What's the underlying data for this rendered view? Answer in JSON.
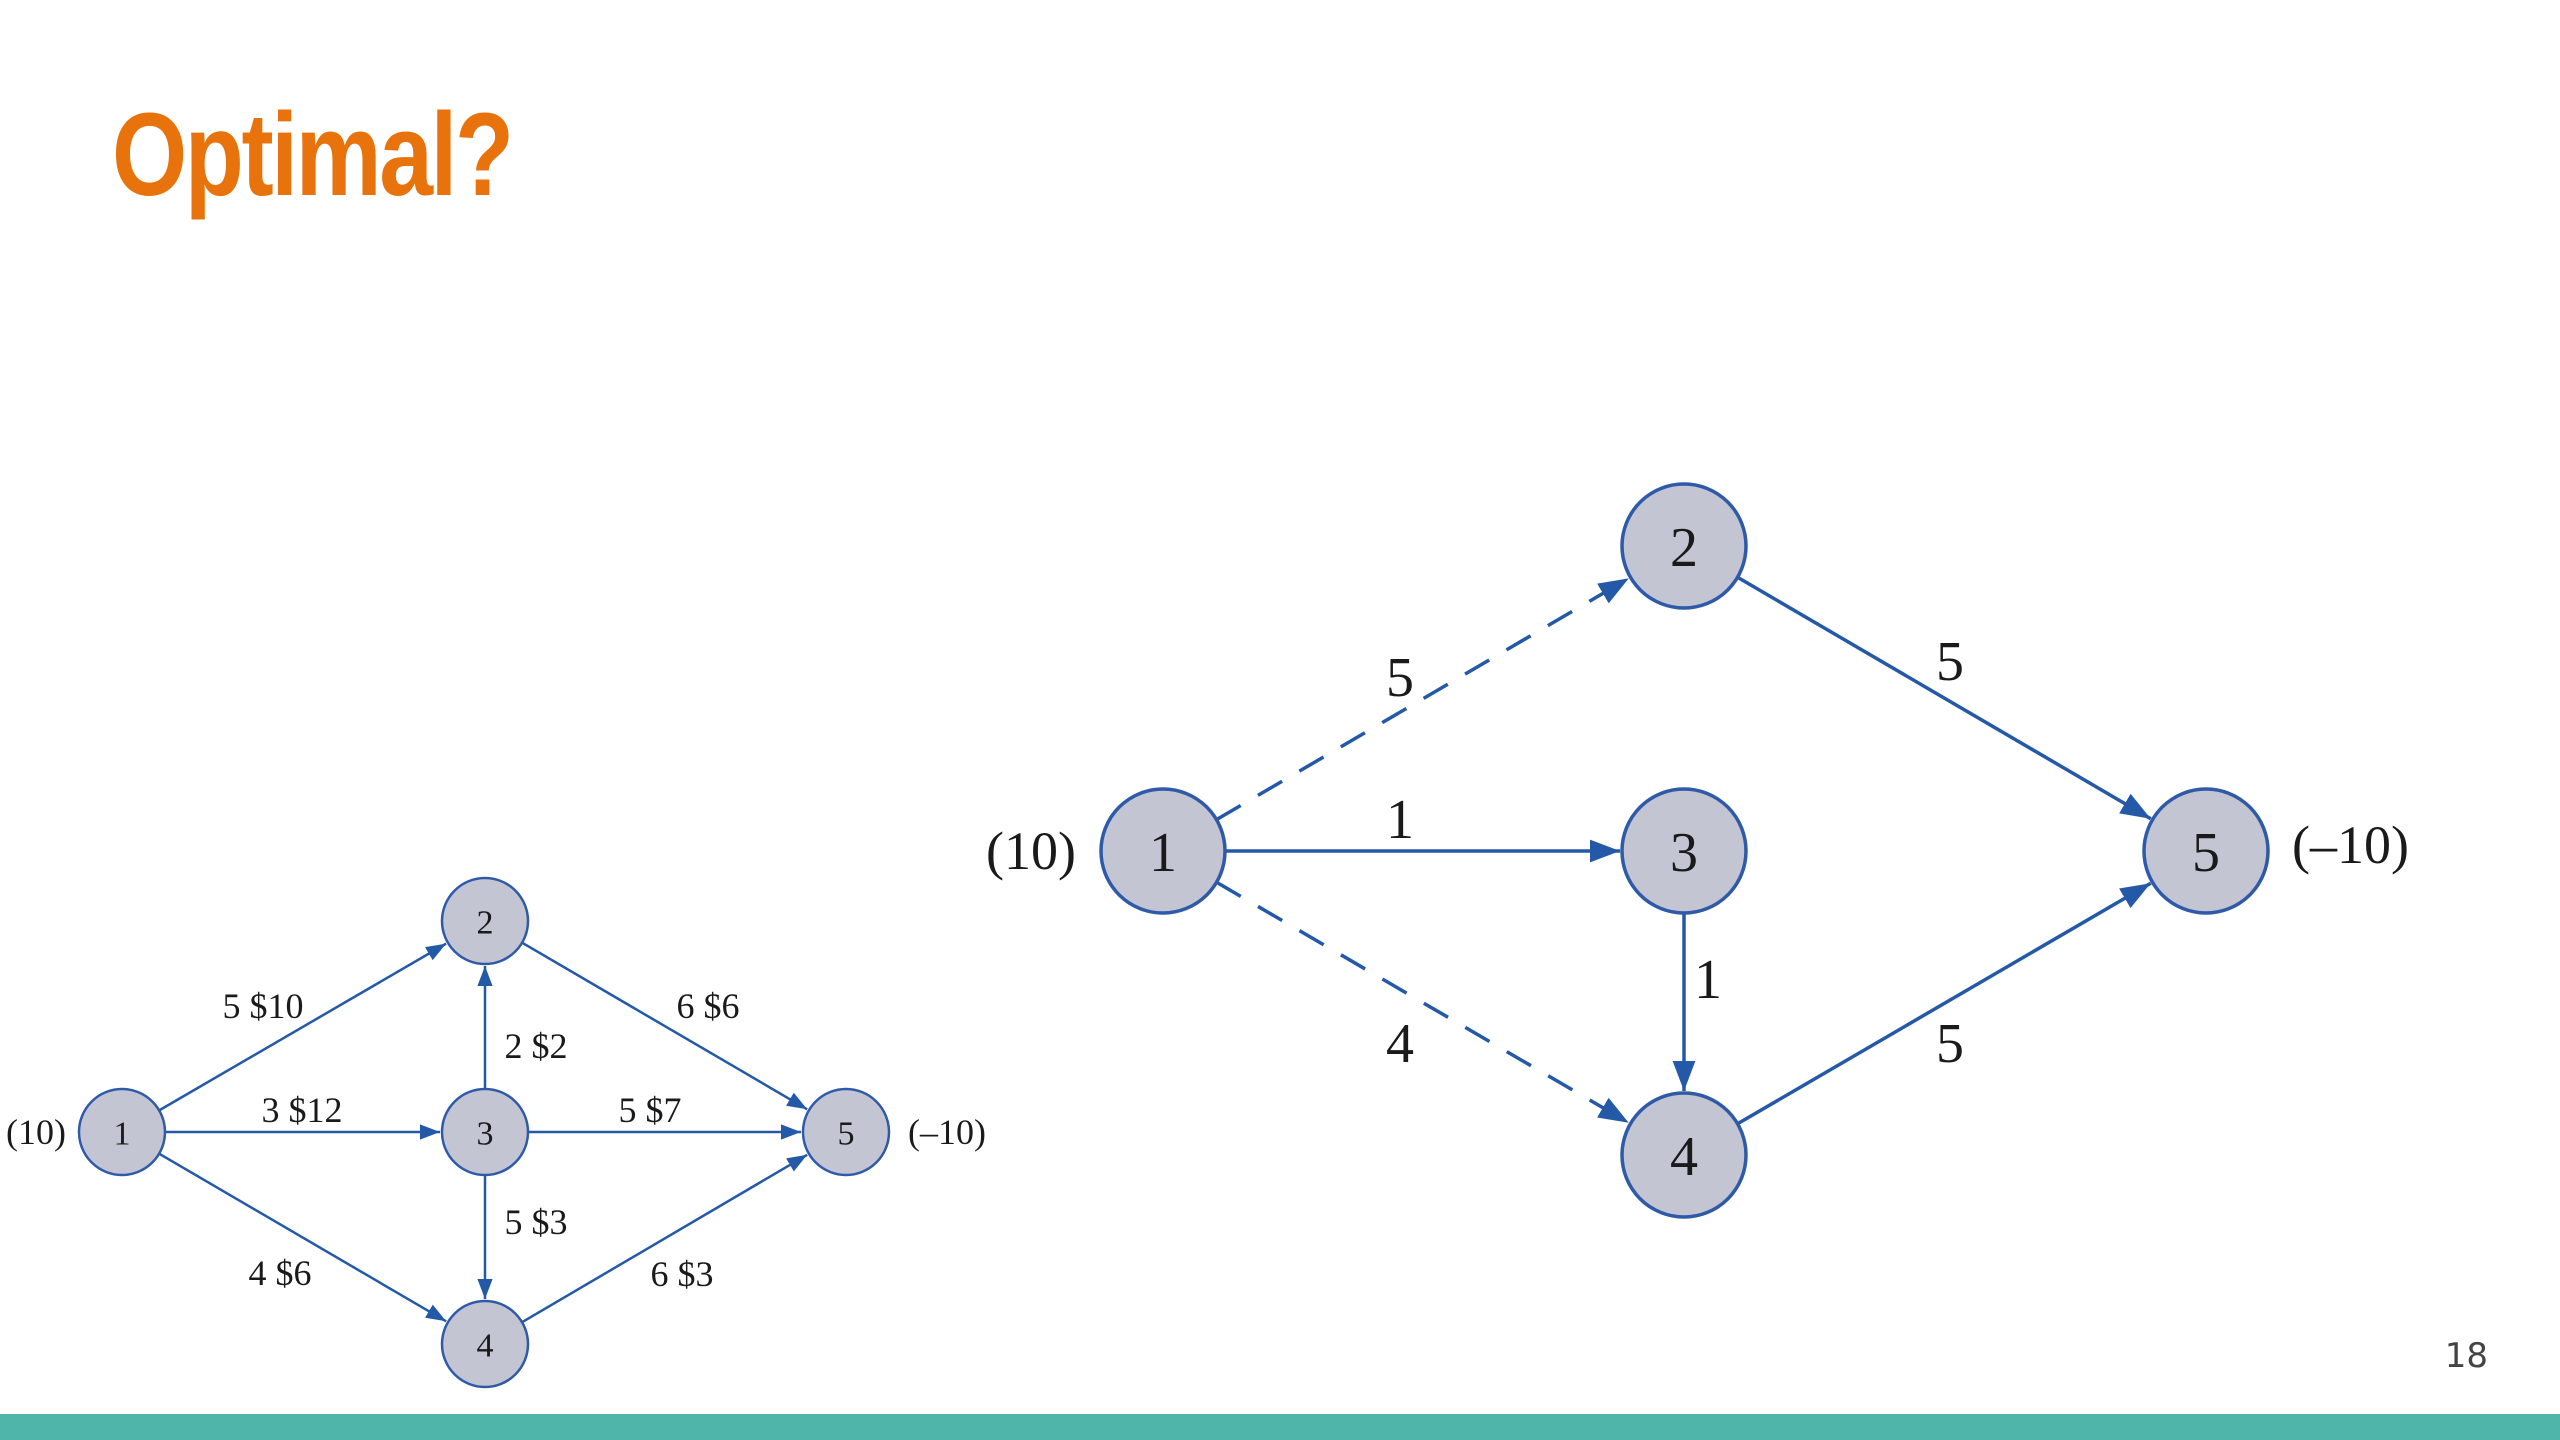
{
  "slide": {
    "title": "Optimal?",
    "page_number": "18",
    "colors": {
      "title": "#e8730c",
      "footer_bar": "#4fb5ab",
      "edge": "#2459a8",
      "node_fill": "#c3c5d3"
    }
  },
  "network": {
    "nodes": [
      {
        "id": "1",
        "label": "1",
        "supply": "(10)"
      },
      {
        "id": "2",
        "label": "2"
      },
      {
        "id": "3",
        "label": "3"
      },
      {
        "id": "4",
        "label": "4"
      },
      {
        "id": "5",
        "label": "5",
        "supply": "(–10)"
      }
    ],
    "edges": [
      {
        "from": "1",
        "to": "2",
        "label": "5 $10"
      },
      {
        "from": "1",
        "to": "3",
        "label": "3 $12"
      },
      {
        "from": "1",
        "to": "4",
        "label": "4 $6"
      },
      {
        "from": "3",
        "to": "2",
        "label": "2 $2"
      },
      {
        "from": "3",
        "to": "5",
        "label": "5 $7"
      },
      {
        "from": "3",
        "to": "4",
        "label": "5 $3"
      },
      {
        "from": "2",
        "to": "5",
        "label": "6 $6"
      },
      {
        "from": "4",
        "to": "5",
        "label": "6 $3"
      }
    ]
  },
  "solution": {
    "nodes": [
      {
        "id": "1",
        "label": "1",
        "supply": "(10)"
      },
      {
        "id": "2",
        "label": "2"
      },
      {
        "id": "3",
        "label": "3"
      },
      {
        "id": "4",
        "label": "4"
      },
      {
        "id": "5",
        "label": "5",
        "supply": "(–10)"
      }
    ],
    "edges": [
      {
        "from": "1",
        "to": "2",
        "label": "5",
        "dashed": true
      },
      {
        "from": "1",
        "to": "3",
        "label": "1",
        "dashed": false
      },
      {
        "from": "1",
        "to": "4",
        "label": "4",
        "dashed": true
      },
      {
        "from": "3",
        "to": "4",
        "label": "1",
        "dashed": false
      },
      {
        "from": "2",
        "to": "5",
        "label": "5",
        "dashed": false
      },
      {
        "from": "4",
        "to": "5",
        "label": "5",
        "dashed": false
      }
    ]
  }
}
